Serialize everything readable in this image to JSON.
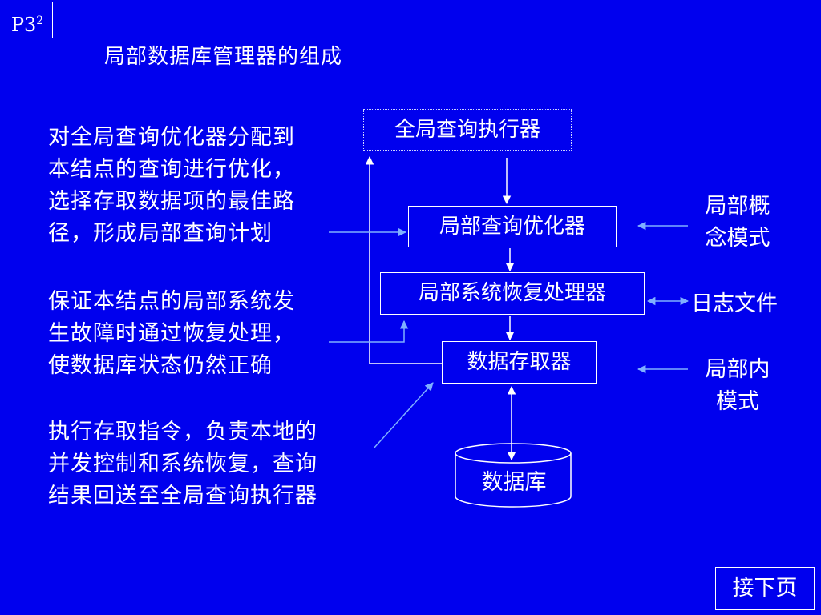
{
  "slide": {
    "page_tag": "P3",
    "page_tag_sup": "2",
    "title": "局部数据库管理器的组成",
    "next_button": "接下页"
  },
  "descriptions": [
    "对全局查询优化器分配到\n本结点的查询进行优化，\n选择存取数据项的最佳路\n径，形成局部查询计划",
    "保证本结点的局部系统发\n生故障时通过恢复处理，\n使数据库状态仍然正确",
    "执行存取指令，负责本地的\n并发控制和系统恢复，查询\n结果回送至全局查询执行器"
  ],
  "nodes": {
    "global_executor": "全局查询执行器",
    "local_optimizer": "局部查询优化器",
    "recovery_processor": "局部系统恢复处理器",
    "data_accessor": "数据存取器",
    "database": "数据库"
  },
  "side_labels": {
    "local_conceptual_schema": "局部概\n念模式",
    "log_file": "日志文件",
    "local_internal_schema": "局部内\n模式"
  },
  "colors": {
    "background": "#0000ee",
    "text": "#ffffff",
    "arrow": "#7fb0ff"
  }
}
